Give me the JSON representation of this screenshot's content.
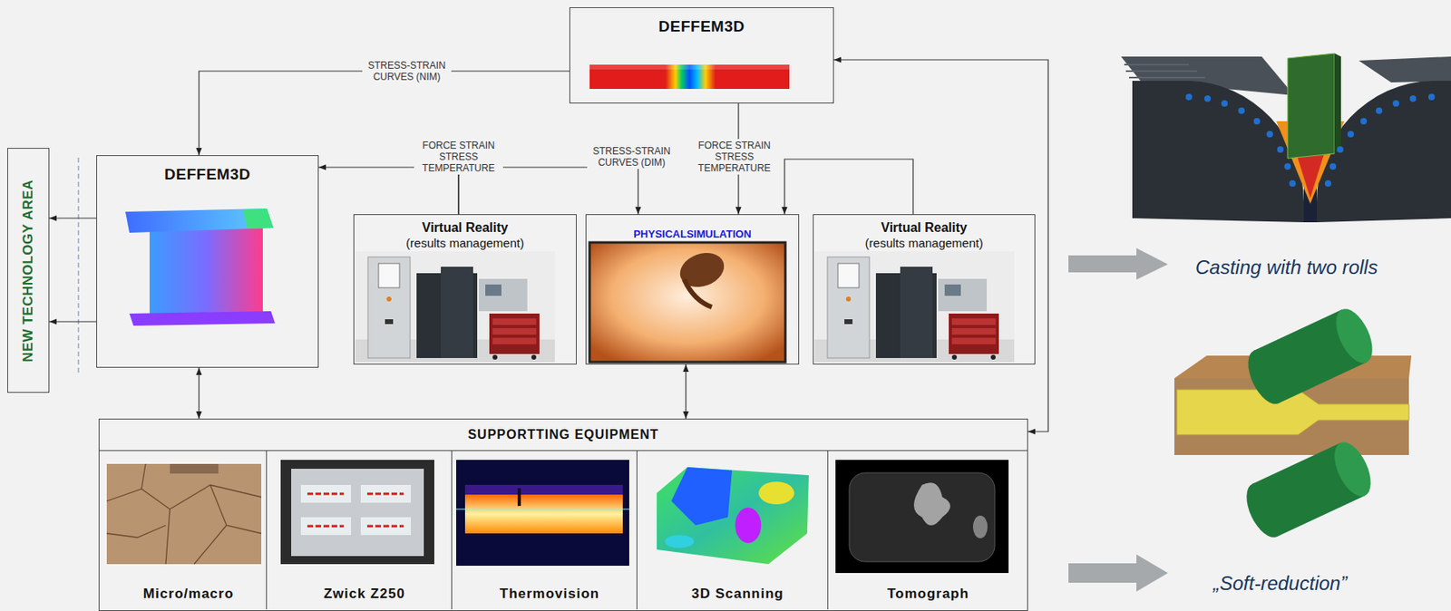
{
  "diagram": {
    "nodes": [
      {
        "text": [
          "DEFFEM3D"
        ]
      },
      {
        "text": [
          "NEW TECHNOLOGY AREA"
        ]
      },
      {
        "text": [
          "DEFFEM3D"
        ]
      },
      {
        "text": [
          "Virtual Reality",
          "(results management)"
        ]
      },
      {
        "text": [
          "PHYSICALSIMULATION"
        ]
      },
      {
        "text": [
          "Virtual Reality",
          "(results management)"
        ]
      },
      {
        "text": [
          "SUPPORTTING EQUIPMENT"
        ]
      },
      {
        "text": [
          "Micro/macro"
        ],
        "in": 6
      },
      {
        "text": [
          "Zwick Z250"
        ],
        "in": 6
      },
      {
        "text": [
          "Thermovision"
        ],
        "in": 6
      },
      {
        "text": [
          "3D Scanning"
        ],
        "in": 6
      },
      {
        "text": [
          "Tomograph"
        ],
        "in": 6
      }
    ],
    "edges": [
      {
        "from": 0,
        "to": 2,
        "label": "STRESS-STRAIN CURVES (NIM)",
        "arrow": "to"
      },
      {
        "from": 3,
        "to": 2,
        "label": "FORCE STRAIN STRESS TEMPERATURE",
        "arrow": "to"
      },
      {
        "from": 3,
        "to": 4,
        "label": "STRESS-STRAIN CURVES (DIM)",
        "arrow": "to"
      },
      {
        "from": 0,
        "to": 4,
        "label": "FORCE STRAIN STRESS TEMPERATURE",
        "arrow": "to"
      },
      {
        "from": 5,
        "to": 4,
        "arrow": "to"
      },
      {
        "from": 0,
        "to": 6,
        "arrow": "both"
      },
      {
        "from": 2,
        "to": 6,
        "arrow": "both"
      },
      {
        "from": 4,
        "to": 6,
        "arrow": "both"
      },
      {
        "from": 2,
        "to": 1,
        "arrow": "to"
      },
      {
        "from": 2,
        "to": 1,
        "arrow": "to"
      }
    ],
    "labels": [
      "Casting with two rolls",
      "„Soft-reduction”"
    ]
  }
}
